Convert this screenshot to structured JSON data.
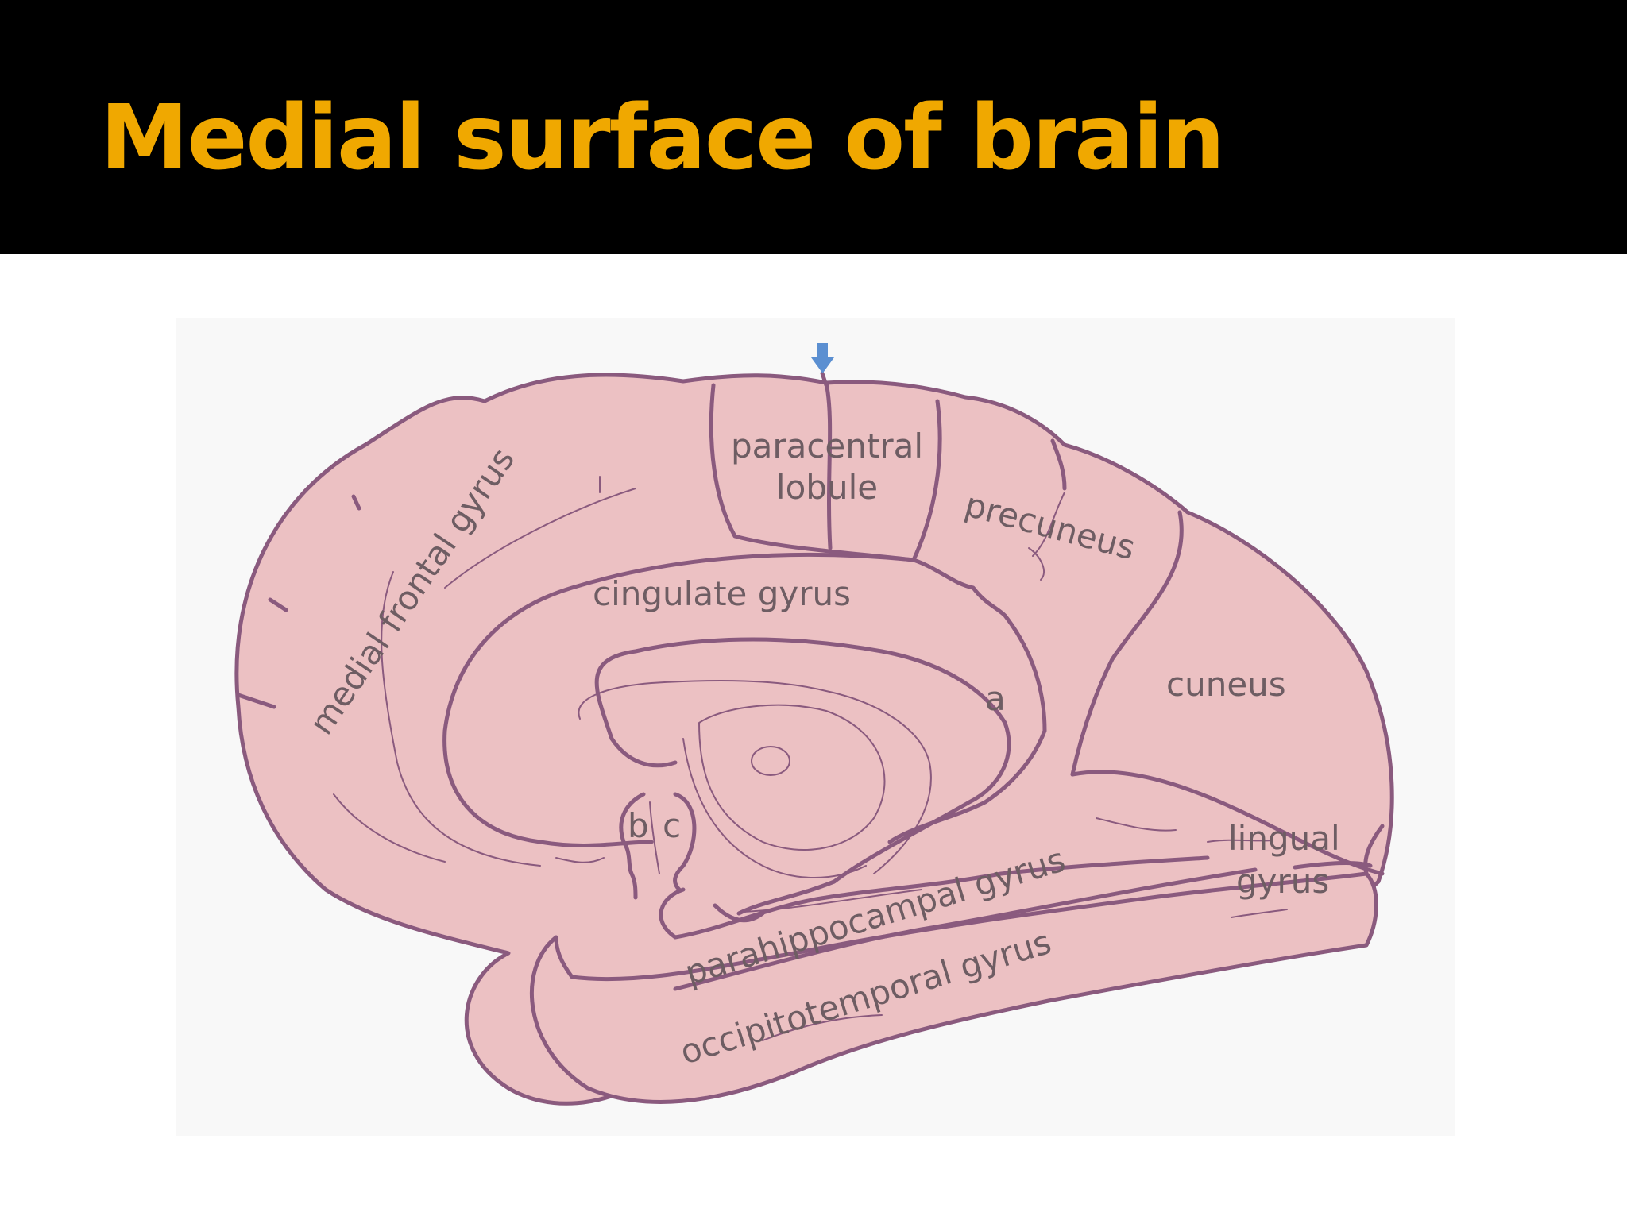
{
  "slide": {
    "title": "Medial surface of brain",
    "title_color": "#f0a800",
    "header_background": "#000000"
  },
  "diagram": {
    "fill_color": "#ecc1c3",
    "outline_color": "#8a5a7e",
    "arrow_color": "#5b8fd1",
    "labels": {
      "medial_frontal_gyrus": "medial frontal gyrus",
      "paracentral_lobule_line1": "paracentral",
      "paracentral_lobule_line2": "lobule",
      "precuneus": "precuneus",
      "cingulate_gyrus": "cingulate gyrus",
      "cuneus": "cuneus",
      "marker_a": "a",
      "marker_b": "b",
      "marker_c": "c",
      "lingual_gyrus_line1": "lingual",
      "lingual_gyrus_line2": "gyrus",
      "parahippocampal_gyrus": "parahippocampal gyrus",
      "occipitotemporal_gyrus": "occipitotemporal gyrus"
    },
    "arrow_icon": "down-arrow-icon"
  }
}
